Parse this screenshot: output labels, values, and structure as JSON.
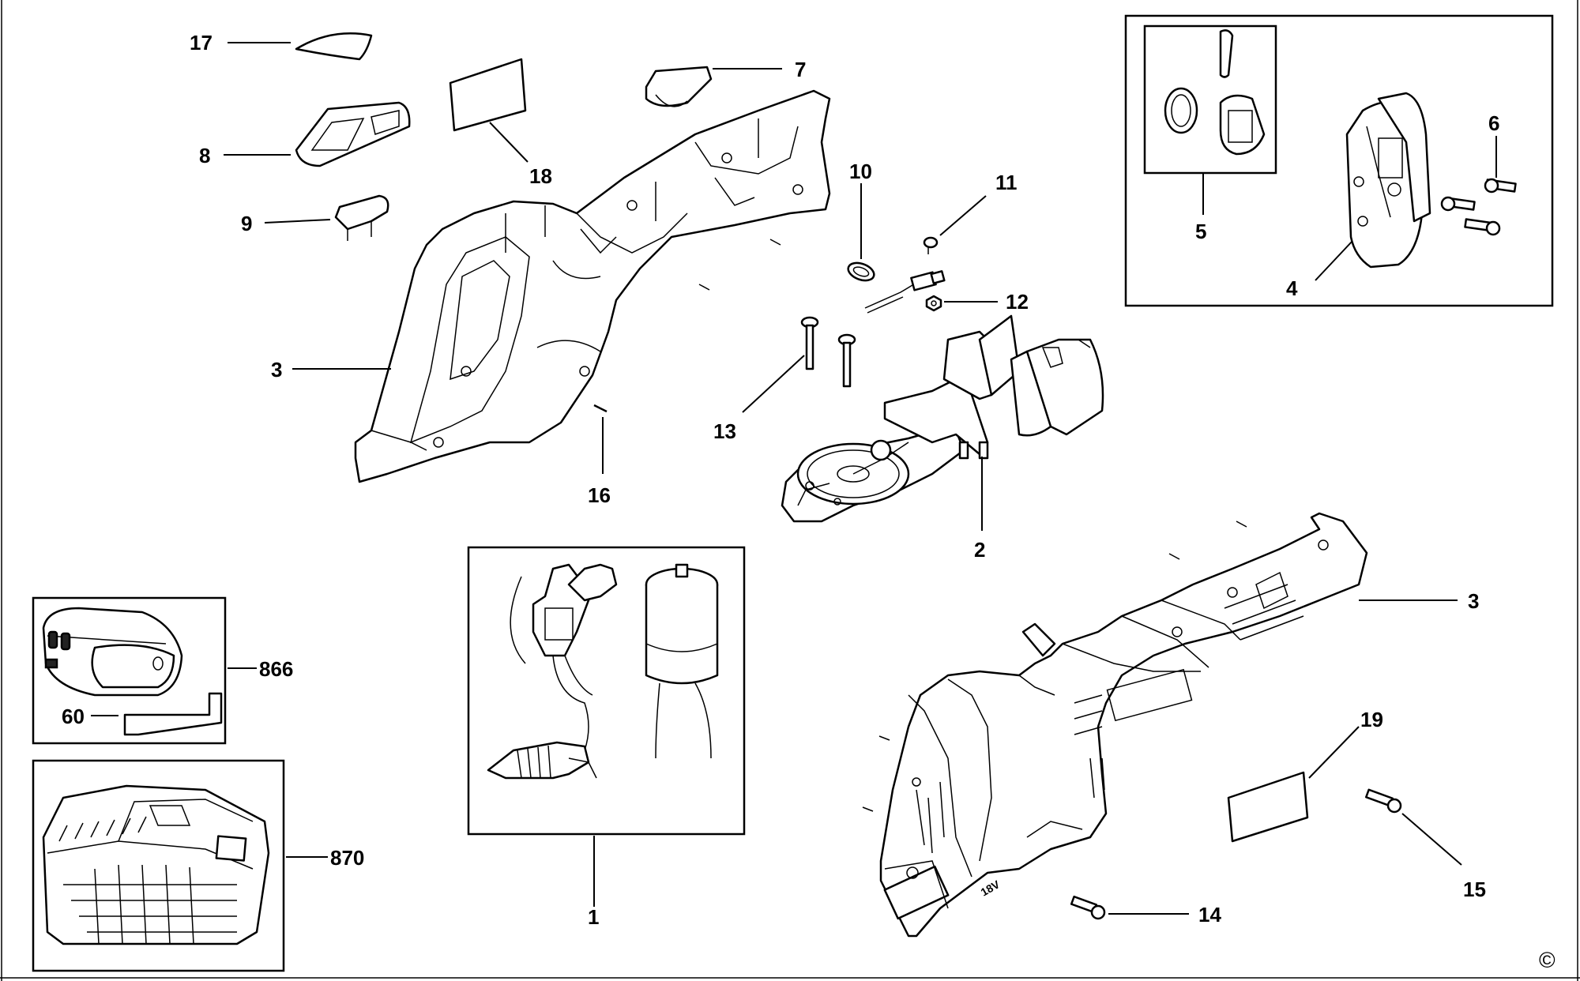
{
  "callouts": {
    "c1": "1",
    "c2": "2",
    "c3a": "3",
    "c3b": "3",
    "c4": "4",
    "c5": "5",
    "c6": "6",
    "c7": "7",
    "c8": "8",
    "c9": "9",
    "c10": "10",
    "c11": "11",
    "c12": "12",
    "c13": "13",
    "c14": "14",
    "c15": "15",
    "c16": "16",
    "c17": "17",
    "c18": "18",
    "c19": "19",
    "c60": "60",
    "c866": "866",
    "c870": "870"
  },
  "copyright_mark": "©",
  "motor_label": "18V"
}
